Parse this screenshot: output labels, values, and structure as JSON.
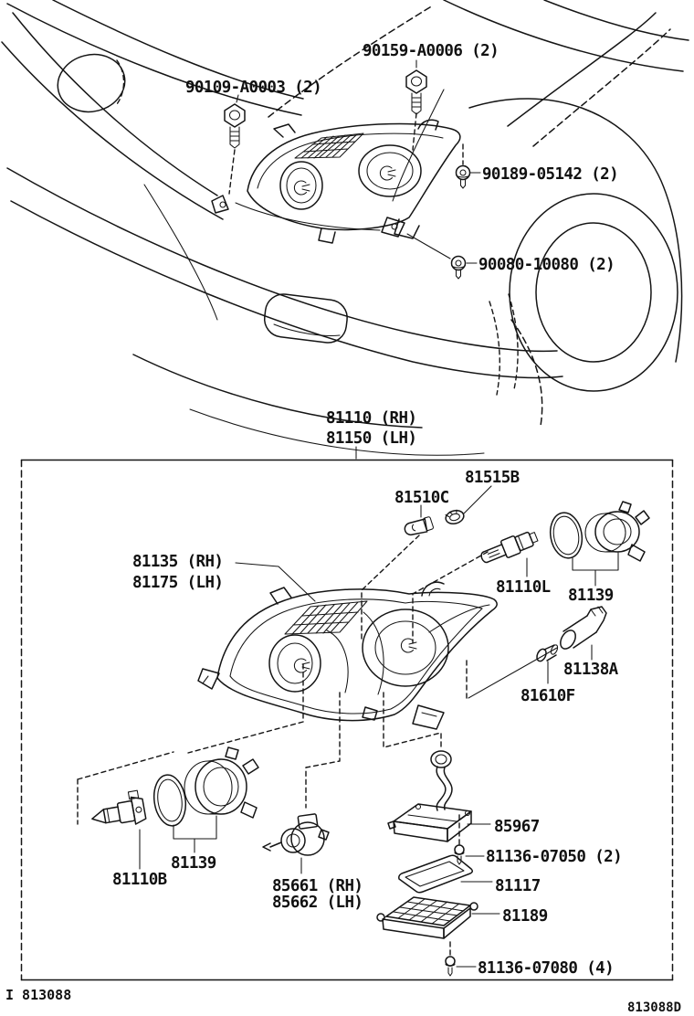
{
  "colors": {
    "ink": "#151515",
    "background": "#ffffff"
  },
  "installation_view": {
    "fasteners": {
      "bolt_a": "90109-A0003 (2)",
      "bolt_b": "90159-A0006 (2)",
      "screw_a": "90189-05142 (2)",
      "screw_b": "90080-10080 (2)"
    }
  },
  "assembly_label": {
    "line1": "81110 (RH)",
    "line2": "81150 (LH)"
  },
  "exploded_view": {
    "parts": {
      "socket_cover": "81515B",
      "signal_bulb": "81510C",
      "lens_rh": "81135 (RH)",
      "lens_lh": "81175 (LH)",
      "headlamp_bulb": "81110L",
      "ring_right": "81139",
      "bulb_holder": "81138A",
      "side_bulb": "81610F",
      "ring_left": "81139",
      "lowbeam_bulb": "81110B",
      "leveling_motor_rh": "85661 (RH)",
      "leveling_motor_lh": "85662 (LH)",
      "ballast": "85967",
      "ballast_screw": "81136-07050 (2)",
      "gasket": "81117",
      "cover": "81189",
      "cover_screw": "81136-07080 (4)"
    }
  },
  "footer": {
    "left_code": "I 813088",
    "right_code": "813088D"
  }
}
